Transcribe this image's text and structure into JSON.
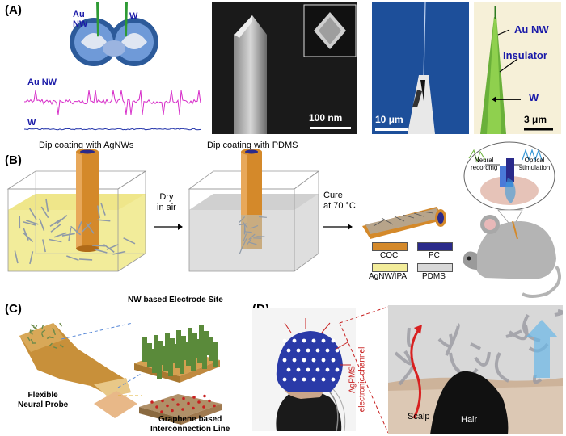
{
  "panels": {
    "a": {
      "label": "(A)",
      "brain_labels": {
        "au_nw": "Au\nNW",
        "w": "W"
      },
      "trace_labels": {
        "au_nw": "Au NW",
        "w": "W"
      },
      "sem_scale": "100 nm",
      "micro_scale": "10 μm",
      "tip_labels": {
        "au_nw": "Au NW",
        "insulator": "Insulator",
        "w": "W"
      },
      "tip_scale": "3 μm"
    },
    "b": {
      "label": "(B)",
      "step1_caption": "Dip coating with AgNWs",
      "step2_caption": "Dip coating with PDMS",
      "arrow1": "Dry\nin air",
      "arrow2": "Cure\nat 70 °C",
      "legend": [
        "COC",
        "PC",
        "AgNW/IPA",
        "PDMS"
      ],
      "bubble_labels": {
        "recording": "Neural\nrecording",
        "stimulation": "Optical\nstimulation"
      }
    },
    "c": {
      "label": "(C)",
      "electrode_site": "NW based Electrode Site",
      "probe": "Flexible\nNeural Probe",
      "interconnect": "Graphene based\nInterconnection Line"
    },
    "d": {
      "label": "(D)",
      "channel": "AgPMS\nelectronic channel",
      "scalp": "Scalp",
      "hair": "Hair"
    }
  },
  "colors": {
    "label_blue": "#1a1aa8",
    "trace_magenta": "#d62ac8",
    "trace_blue": "#2233aa",
    "coc_orange": "#d4892a",
    "pc_navy": "#2a2a8a",
    "agnw_yellow": "#f2ec9a",
    "pdms_gray": "#d8d8d8"
  }
}
